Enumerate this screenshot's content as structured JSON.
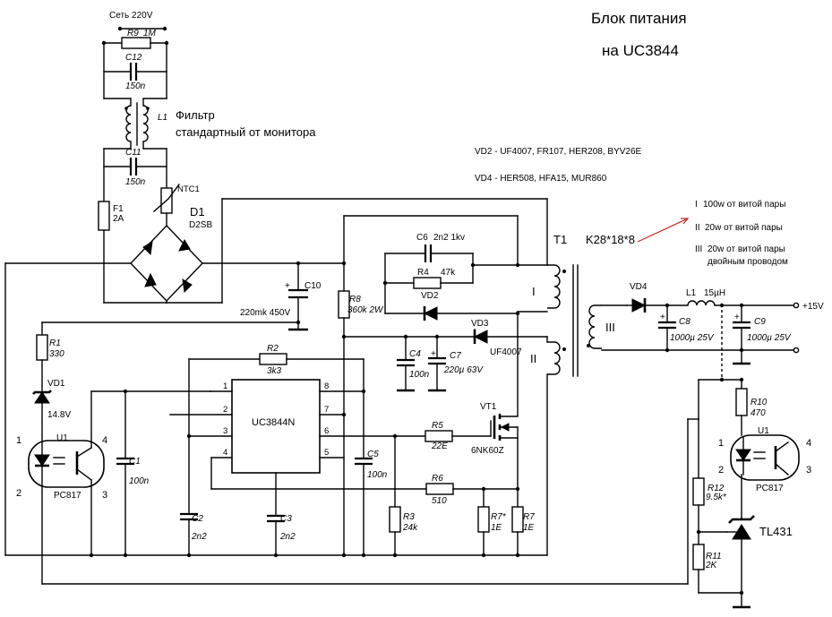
{
  "title": {
    "line1": "Блок питания",
    "line2": "на UC3844"
  },
  "mains": "Сеть 220V",
  "filter": {
    "line1": "Фильтр",
    "line2": "стандартный от монитора"
  },
  "notes": {
    "vd2": "VD2 - UF4007, FR107, HER208, BYV26E",
    "vd4": "VD4 - HER508, HFA15, MUR860"
  },
  "transformer": {
    "name": "T1",
    "core": "K28*18*8",
    "winding1_num": "I",
    "winding1": "100w от витой пары",
    "winding2_num": "II",
    "winding2": "20w от витой пары",
    "winding3_num": "III",
    "winding3_line1": "20w от витой пары",
    "winding3_line2": "двойным проводом",
    "mark_I": "I",
    "mark_II": "II",
    "mark_III": "III"
  },
  "output": {
    "voltage": "+15V"
  },
  "ic": {
    "name": "UC3844N",
    "pins": [
      "1",
      "2",
      "3",
      "4",
      "5",
      "6",
      "7",
      "8"
    ]
  },
  "components": {
    "R9": {
      "ref": "R9",
      "val": "1M"
    },
    "C12": {
      "ref": "C12",
      "val": "150n"
    },
    "L1_filter": {
      "ref": "L1"
    },
    "C11": {
      "ref": "C11",
      "val": "150n"
    },
    "NTC1": {
      "ref": "NTC1"
    },
    "F1": {
      "ref": "F1",
      "val": "2A"
    },
    "D1": {
      "ref": "D1",
      "val": "D2SB"
    },
    "C10": {
      "ref": "C10",
      "val": "220mk 450V"
    },
    "C6": {
      "ref": "C6",
      "val": "2n2 1kv"
    },
    "R4": {
      "ref": "R4",
      "val": "47k"
    },
    "VD2": {
      "ref": "VD2"
    },
    "R8": {
      "ref": "R8",
      "val": "360k 2W"
    },
    "VD3": {
      "ref": "VD3",
      "val": "UF4007"
    },
    "C4": {
      "ref": "C4",
      "val": "100n"
    },
    "C7": {
      "ref": "C7",
      "val": "220µ 63V"
    },
    "R2": {
      "ref": "R2",
      "val": "3k3"
    },
    "R1": {
      "ref": "R1",
      "val": "330"
    },
    "VD1": {
      "ref": "VD1",
      "val": "14.8V"
    },
    "U1_left": {
      "ref": "U1",
      "val": "PC817",
      "pin1": "1",
      "pin2": "2",
      "pin3": "3",
      "pin4": "4"
    },
    "C1": {
      "ref": "C1",
      "val": "100n"
    },
    "C5": {
      "ref": "C5",
      "val": "100n"
    },
    "C2": {
      "ref": "C2",
      "val": "2n2"
    },
    "C3": {
      "ref": "C3",
      "val": "2n2"
    },
    "R5": {
      "ref": "R5",
      "val": "22E"
    },
    "R6": {
      "ref": "R6",
      "val": "510"
    },
    "R3": {
      "ref": "R3",
      "val": "24k"
    },
    "R7a": {
      "ref": "R7*",
      "val": "1E"
    },
    "R7b": {
      "ref": "R7",
      "val": "1E"
    },
    "VT1": {
      "ref": "VT1",
      "val": "6NK60Z"
    },
    "VD4": {
      "ref": "VD4"
    },
    "L1_out": {
      "ref": "L1",
      "val": "15µH"
    },
    "C8": {
      "ref": "C8",
      "val": "1000µ 25V"
    },
    "C9": {
      "ref": "C9",
      "val": "1000µ 25V"
    },
    "R10": {
      "ref": "R10",
      "val": "470"
    },
    "U1_right": {
      "ref": "U1",
      "val": "PC817",
      "pin1": "1",
      "pin2": "2",
      "pin3": "3",
      "pin4": "4"
    },
    "R12": {
      "ref": "R12",
      "val": "9.5k*"
    },
    "R11": {
      "ref": "R11",
      "val": "2K"
    },
    "TL431": {
      "ref": "TL431"
    }
  },
  "colors": {
    "wire": "#000000",
    "annotation_arrow": "#c62828",
    "background": "#ffffff"
  }
}
